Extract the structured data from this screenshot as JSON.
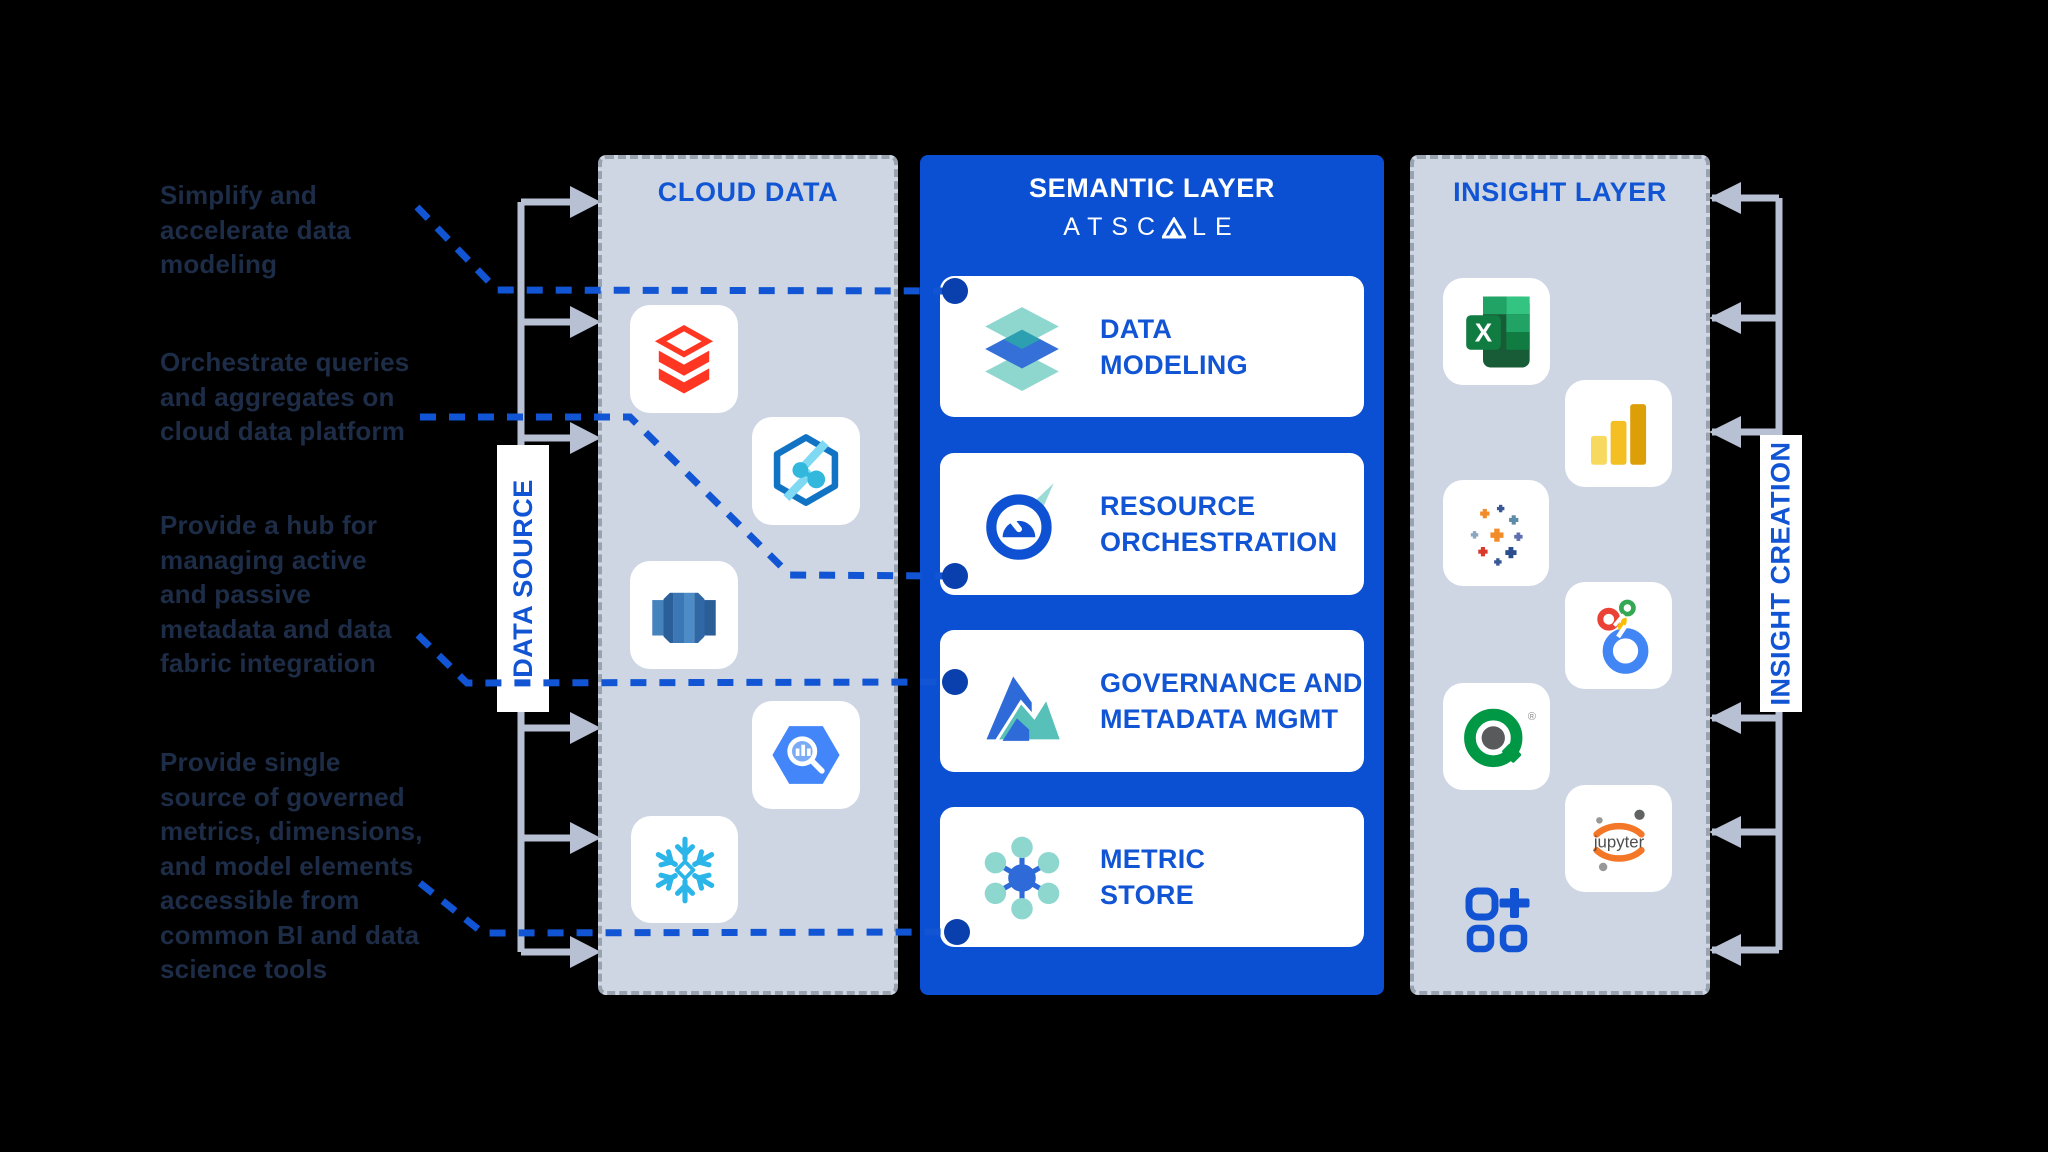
{
  "notes": [
    "Simplify and\naccelerate data\nmodeling",
    "Orchestrate queries\nand aggregates on\ncloud data platform",
    "Provide a hub for\nmanaging active\nand passive\nmetadata and data\nfabric integration",
    "Provide single\nsource of governed\nmetrics, dimensions,\nand model elements\naccessible from\ncommon BI and data\nscience tools"
  ],
  "labels": {
    "data_source": "DATA SOURCE",
    "insight_creation": "INSIGHT CREATION"
  },
  "columns": {
    "cloud": {
      "title": "CLOUD DATA",
      "icons": [
        "databricks",
        "azure-synapse",
        "amazon-redshift",
        "google-bigquery",
        "snowflake"
      ]
    },
    "semantic": {
      "title": "SEMANTIC LAYER",
      "brand": {
        "name": "ATSCALE",
        "prefix": "ATSC",
        "suffix": "LE"
      },
      "cards": [
        {
          "line1": "DATA",
          "line2": "MODELING",
          "icon": "layered-diamonds"
        },
        {
          "line1": "RESOURCE",
          "line2": "ORCHESTRATION",
          "icon": "gauge"
        },
        {
          "line1": "GOVERNANCE AND",
          "line2": "METADATA MGMT",
          "icon": "area-chart"
        },
        {
          "line1": "METRIC",
          "line2": "STORE",
          "icon": "hub-spokes"
        }
      ]
    },
    "insight": {
      "title": "INSIGHT LAYER",
      "icons": [
        "excel",
        "power-bi",
        "tableau",
        "looker",
        "qlik",
        "jupyter",
        "more-tools"
      ],
      "excel_letter": "X",
      "jupyter_label": "jupyter",
      "qlik_registered": "®"
    }
  },
  "colors": {
    "accent_blue": "#1155d4",
    "semantic_bg": "#0b4fd2",
    "column_bg": "#ced6e3",
    "note_text": "#1d2c47",
    "arrow_gray": "#b7c1d3",
    "dot_blue": "#0a3fae",
    "dotted_line_blue": "#1155d4"
  }
}
